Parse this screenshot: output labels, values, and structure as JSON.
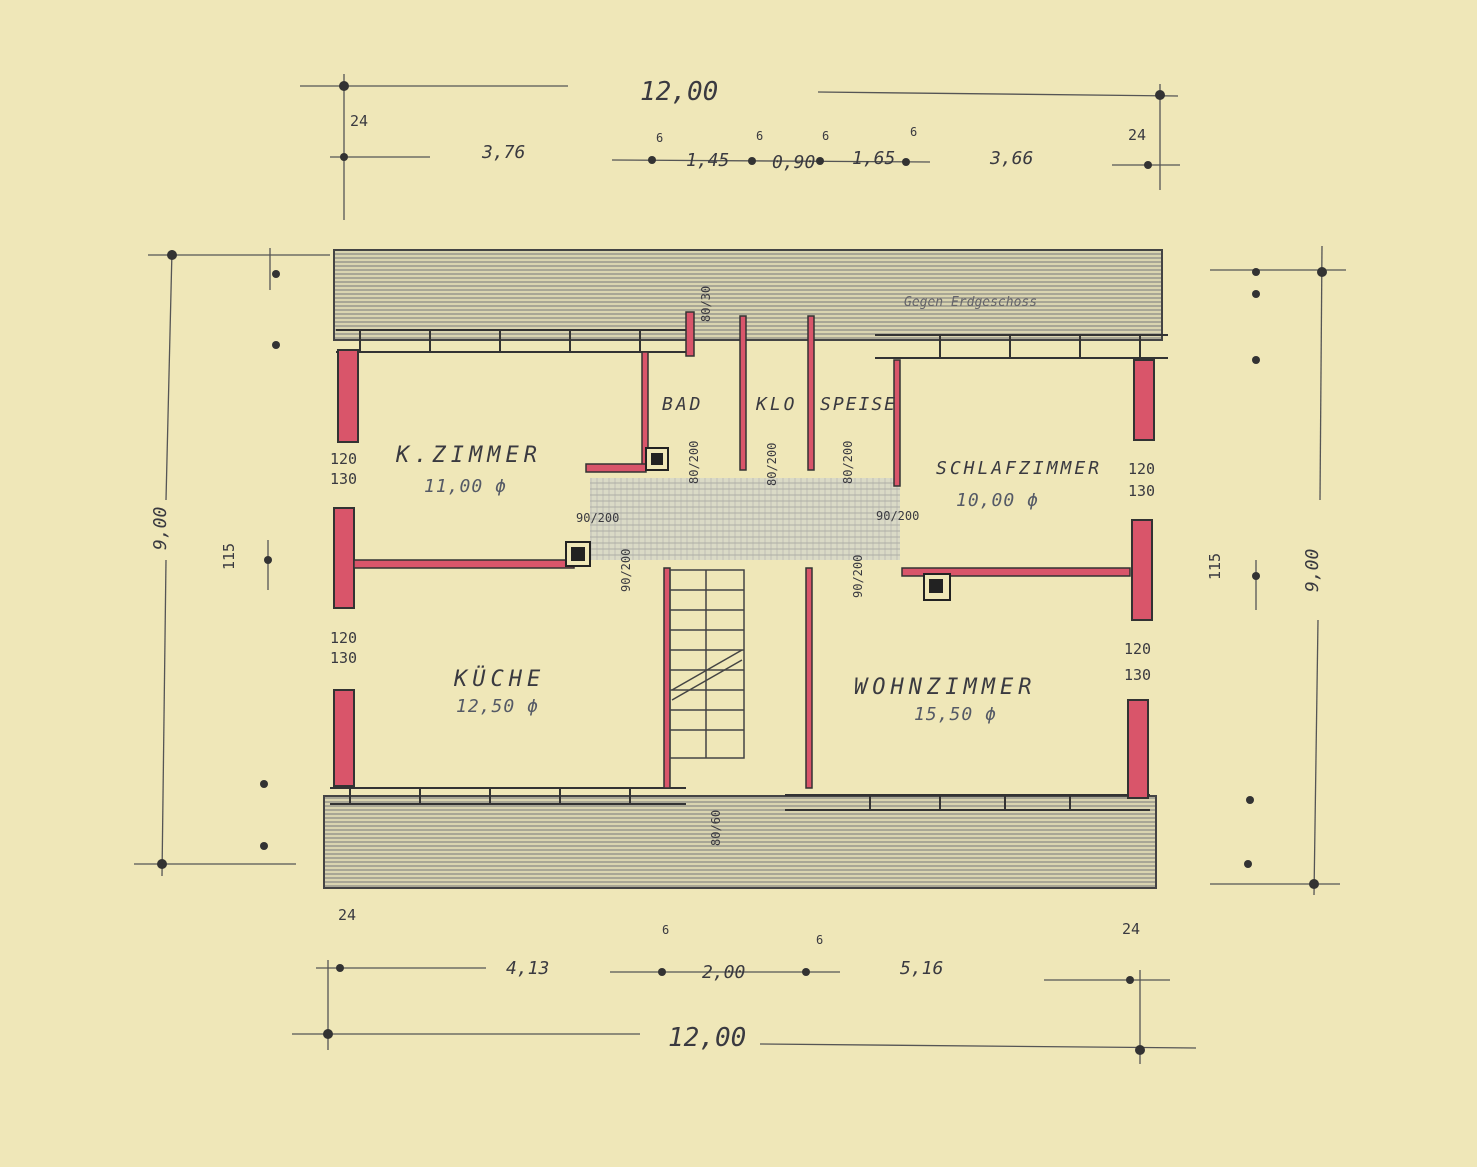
{
  "colors": {
    "paper": "#efe7b8",
    "wall": "#d9556a",
    "ink": "#3a3a40",
    "hatch": "#6e6e72"
  },
  "dims": {
    "overall_top": "12,00",
    "overall_bottom": "12,00",
    "left_height": "9,00",
    "right_height": "9,00",
    "left_115": "115",
    "right_115": "115",
    "top_wall_left": "24",
    "top_wall_right": "24",
    "top_seg1": "3,76",
    "top_seg2": "1,45",
    "top_seg3": "0,90",
    "top_seg4": "1,65",
    "top_seg5": "3,66",
    "top_thin1": "6",
    "top_thin2": "6",
    "top_thin3": "6",
    "top_thin4": "6",
    "bottom_wall_left": "24",
    "bottom_wall_right": "24",
    "bottom_seg1": "4,13",
    "bottom_seg2": "2,00",
    "bottom_seg3": "5,16",
    "bottom_thin1": "6",
    "bottom_thin2": "6"
  },
  "rooms": {
    "kinderzimmer": {
      "name": "K.ZIMMER",
      "area": "11,00 ϕ"
    },
    "schlafzimmer": {
      "name": "SCHLAFZIMMER",
      "area": "10,00 ϕ"
    },
    "kueche": {
      "name": "KÜCHE",
      "area": "12,50 ϕ"
    },
    "wohnzimmer": {
      "name": "WOHNZIMMER",
      "area": "15,50 ϕ"
    },
    "bad": {
      "name": "BAD"
    },
    "klo": {
      "name": "KLO"
    },
    "speise": {
      "name": "SPEISE"
    }
  },
  "windows": {
    "w_left_top": {
      "a": "120",
      "b": "130"
    },
    "w_left_bottom": {
      "a": "120",
      "b": "130"
    },
    "w_right_top": {
      "a": "120",
      "b": "130"
    },
    "w_right_bottom": {
      "a": "120",
      "b": "130"
    }
  },
  "doors": {
    "d_bad": "80/200",
    "d_klo": "80/200",
    "d_speise": "80/200",
    "d_kzimmer": "90/200",
    "d_schlaf": "90/200",
    "d_kueche": "90/200",
    "d_wohn": "90/200",
    "d_top_bad": "80/30",
    "d_bottom": "80/60"
  },
  "annotation": "Gegen Erdgeschoss"
}
